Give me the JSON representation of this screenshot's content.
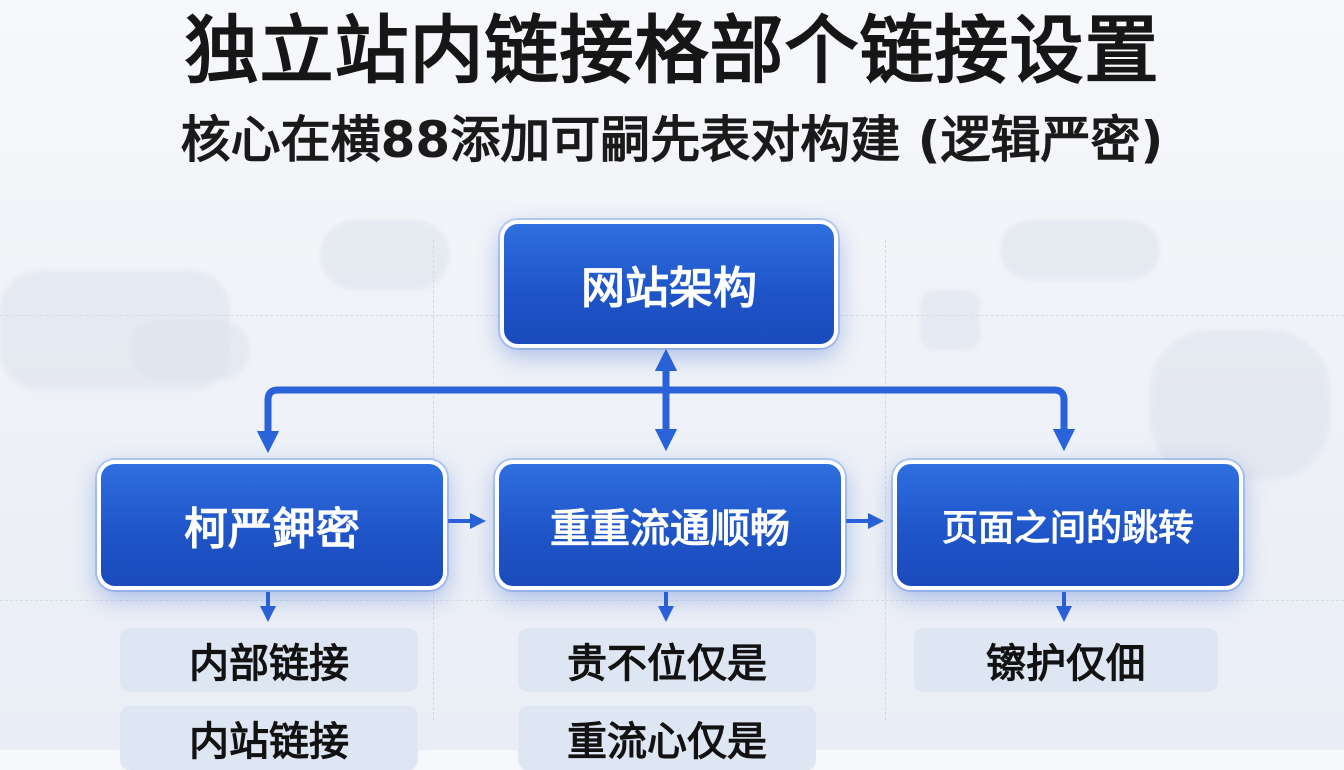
{
  "title": "独立站内链接格部个链接设置",
  "subtitle": "核心在横88添加可嗣先表对构建 (逻辑严密)",
  "root": {
    "label": "网站架构"
  },
  "columns": [
    {
      "label": "柯严鉀密",
      "items": [
        "内部链接",
        "内站链接"
      ]
    },
    {
      "label": "重重流通顺畅",
      "items": [
        "贵不位仅是",
        "重流心仅是"
      ]
    },
    {
      "label": "页面之间的跳转",
      "items": [
        "镲护仅佃"
      ]
    }
  ],
  "colors": {
    "node_fill": "#1f55c8",
    "arrow": "#2a62d9",
    "sub_fill": "#dfe6f3",
    "title_text": "#161616"
  }
}
